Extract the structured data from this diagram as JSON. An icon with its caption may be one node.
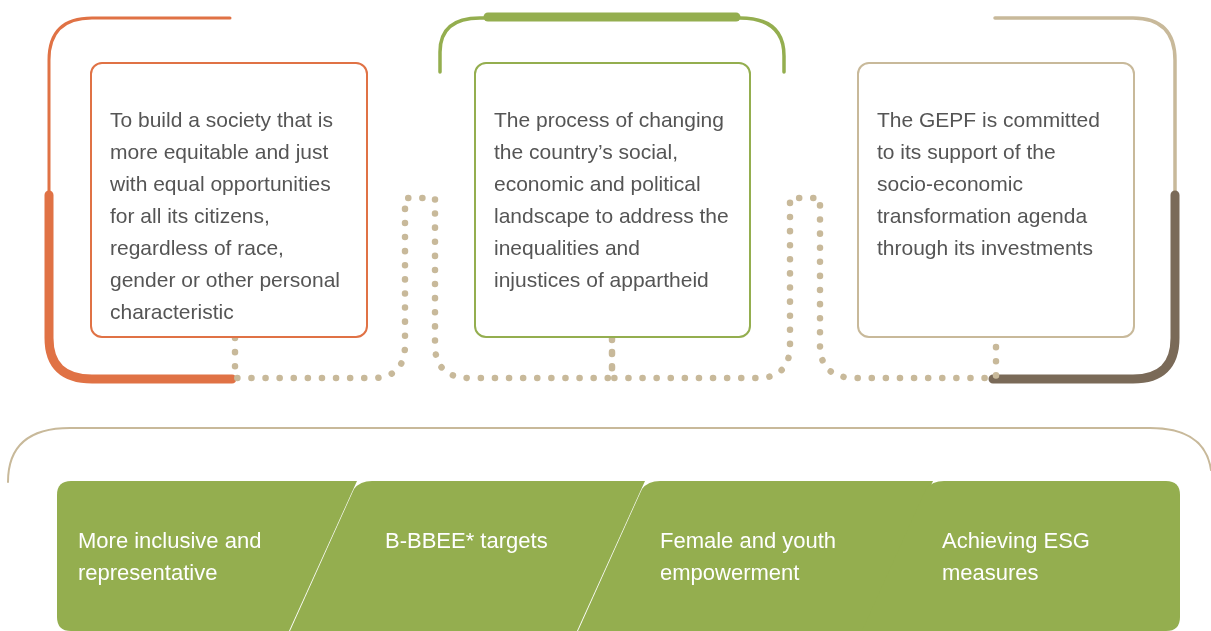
{
  "diagram": {
    "nodes": [
      {
        "text": [
          "To build a society that is more equitable and just with equal opportunities for all its citizens, regardless of race, gender or other personal characteristic"
        ]
      },
      {
        "text": [
          "The process of changing the country’s social, economic and political landscape to address the inequalities and injustices of appartheid"
        ]
      },
      {
        "text": [
          "The GEPF is committed to its support of the socio-economic transformation agenda through its investments"
        ]
      },
      {
        "text": [
          "More inclusive and representative"
        ]
      },
      {
        "text": [
          "B-BBEE* targets"
        ]
      },
      {
        "text": [
          "Female and youth empowerment"
        ]
      },
      {
        "text": [
          "Achieving ESG measures"
        ]
      }
    ],
    "edges": [
      {
        "from": 0,
        "to": 1,
        "arrow": "none",
        "style": "dashed"
      },
      {
        "from": 1,
        "to": 2,
        "arrow": "none",
        "style": "dashed"
      }
    ]
  }
}
